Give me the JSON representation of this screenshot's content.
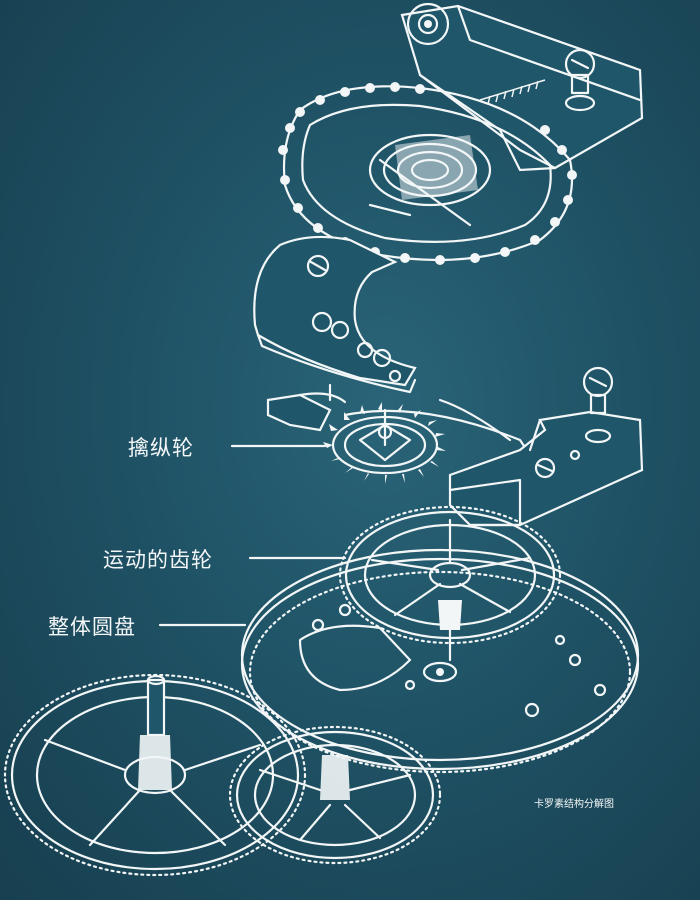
{
  "labels": {
    "escape_wheel": "擒纵轮",
    "moving_gear": "运动的齿轮",
    "whole_disc": "整体圆盘"
  },
  "caption": "卡罗素结构分解图",
  "colors": {
    "background": "#1f5265",
    "line": "#f2f6f7"
  }
}
